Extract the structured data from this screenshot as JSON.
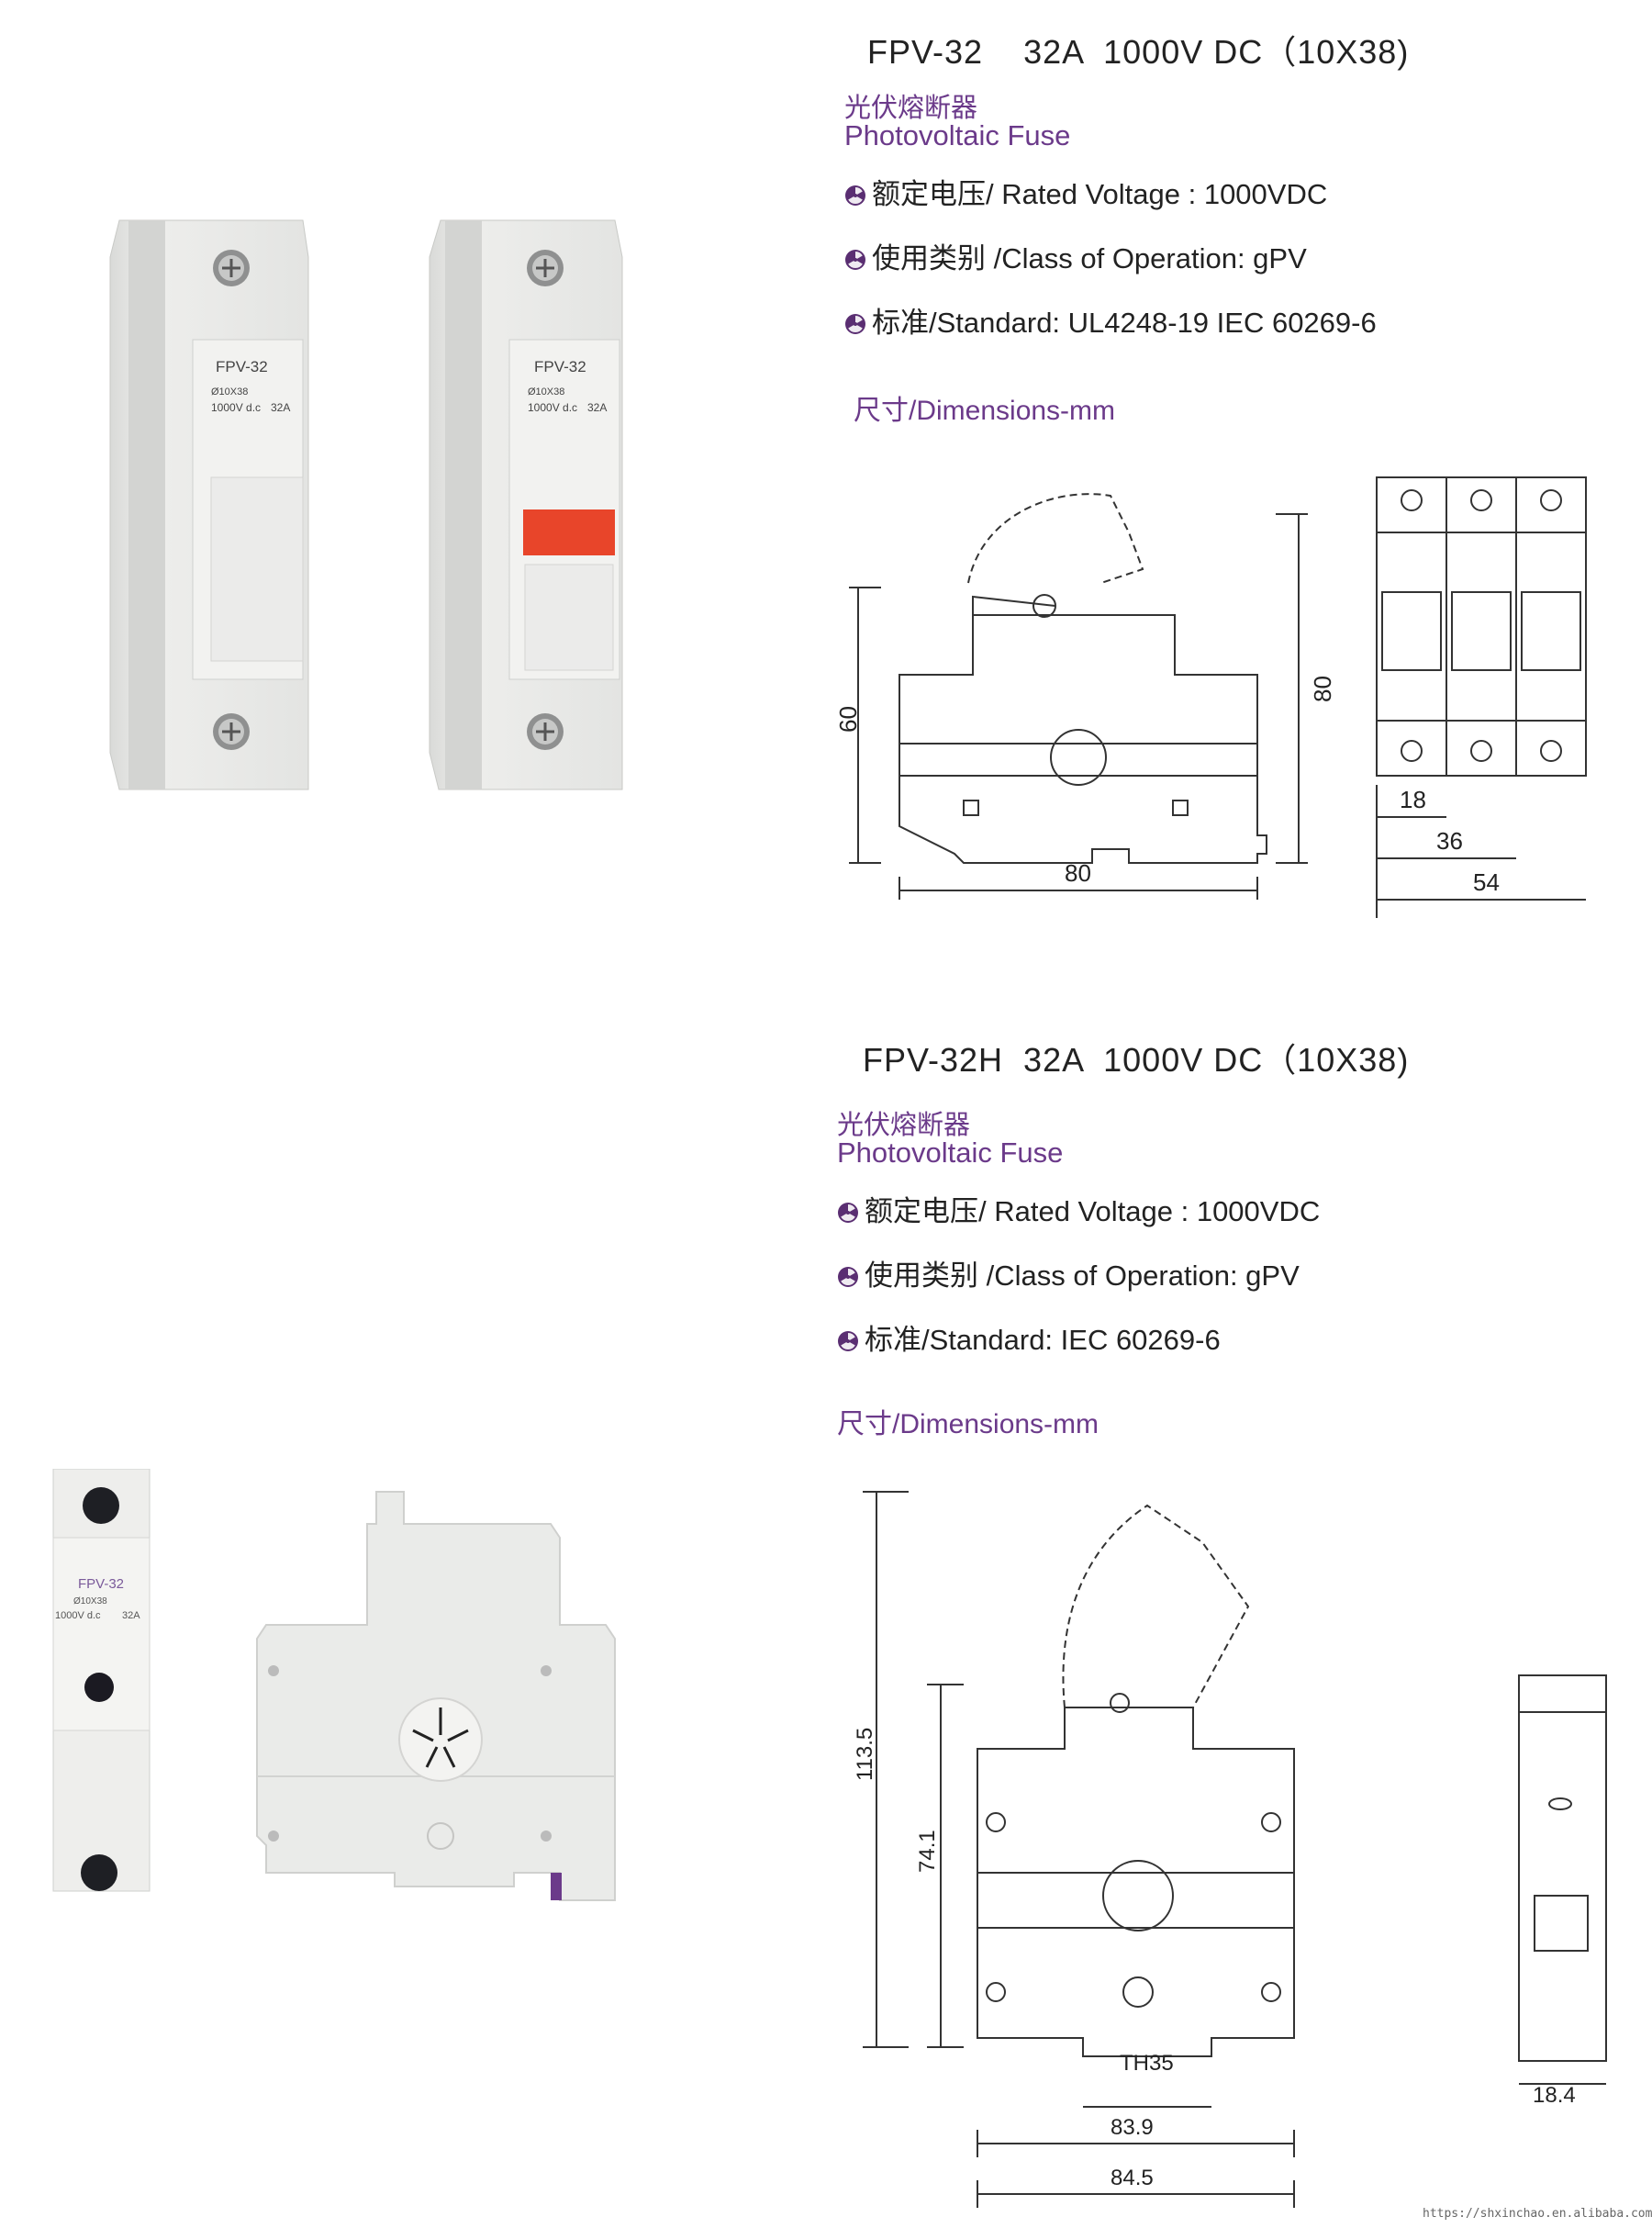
{
  "section1": {
    "title": "FPV-32    32A  1000V DC（10X38)",
    "cn_title": "光伏熔断器",
    "en_title": "Photovoltaic Fuse",
    "specs": [
      "额定电压/ Rated Voltage :  1000VDC",
      "使用类别 /Class of Operation: gPV",
      "标准/Standard:  UL4248-19 IEC 60269-6"
    ],
    "dim_label": "尺寸/Dimensions-mm",
    "product_label": {
      "model": "FPV-32",
      "size": "Ø10X38",
      "voltage": "1000V d.c",
      "current": "32A"
    },
    "drawing": {
      "h1": "60",
      "h2": "80",
      "w1": "80",
      "w18": "18",
      "w36": "36",
      "w54": "54"
    }
  },
  "section2": {
    "title": "FPV-32H  32A  1000V DC（10X38)",
    "cn_title": "光伏熔断器",
    "en_title": "Photovoltaic Fuse",
    "specs": [
      "额定电压/ Rated Voltage : 1000VDC",
      "使用类别 /Class of Operation: gPV",
      "标准/Standard:  IEC 60269-6"
    ],
    "dim_label": "尺寸/Dimensions-mm",
    "product_label": {
      "model": "FPV-32",
      "size": "Ø10X38",
      "voltage": "1000V d.c",
      "current": "32A"
    },
    "drawing": {
      "h1": "113.5",
      "h2": "74.1",
      "rail": "TH35",
      "w1": "83.9",
      "w2": "84.5",
      "side": "18.4"
    }
  },
  "watermark": "https://shxinchao.en.alibaba.com/",
  "colors": {
    "accent": "#6b3a8a",
    "text": "#222222",
    "product": "#e9eae8",
    "indicator": "#e8452a"
  }
}
